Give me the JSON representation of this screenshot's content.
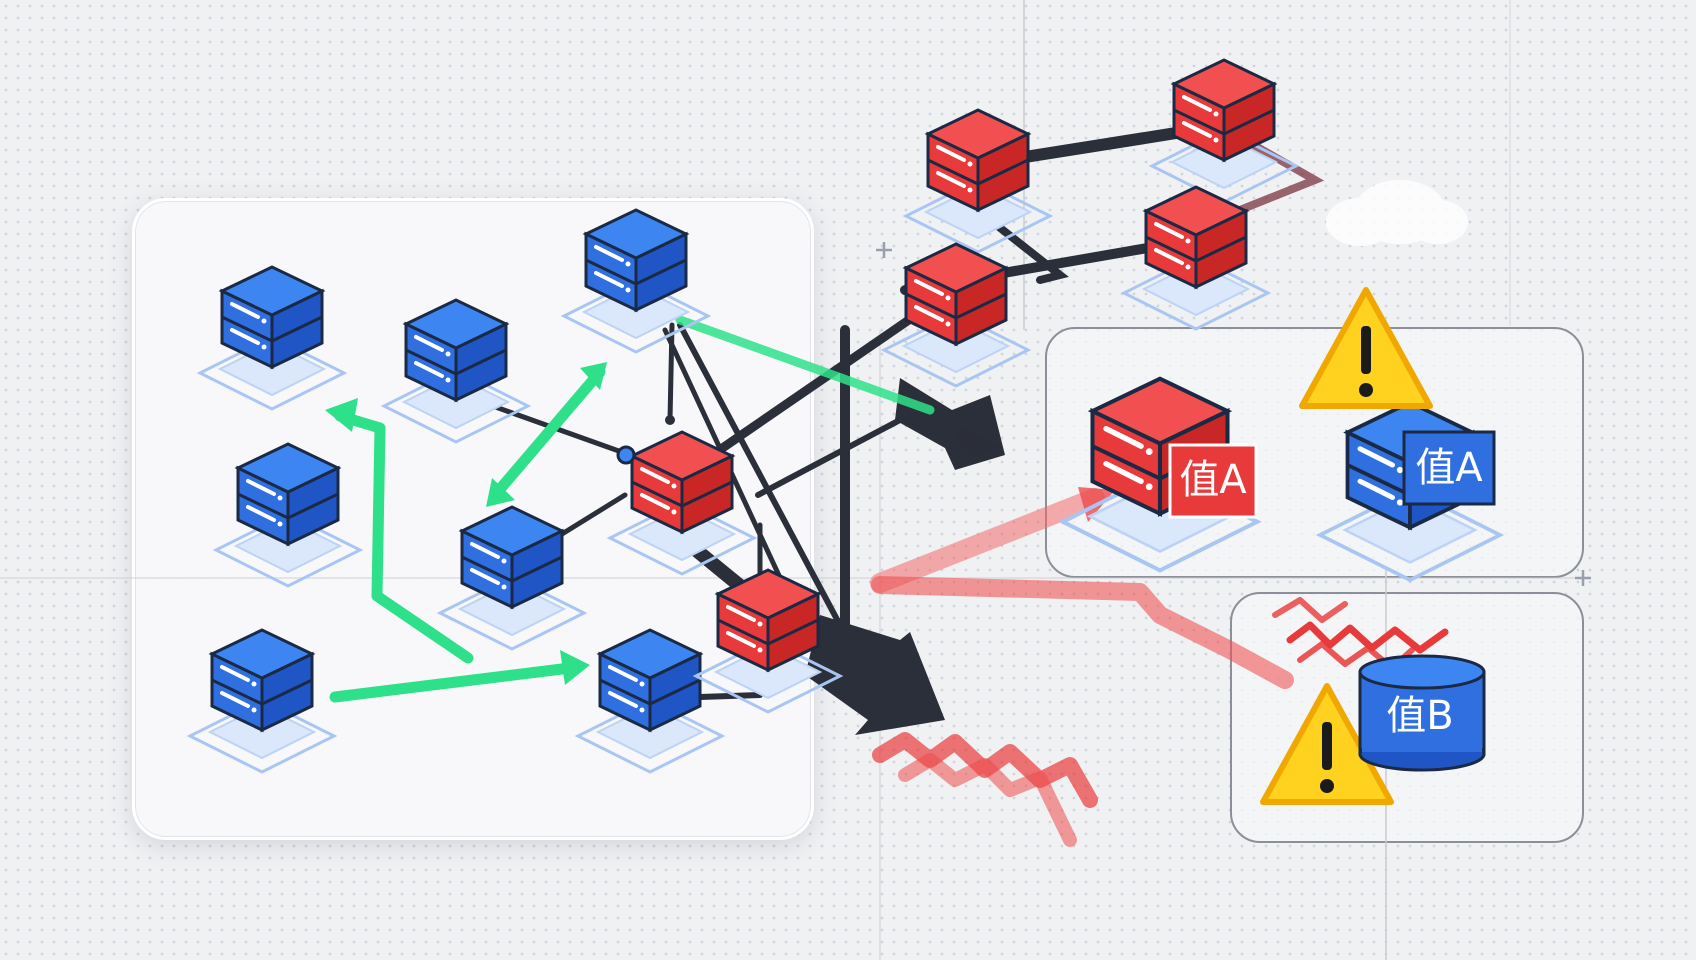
{
  "labels": {
    "value_a_red": "值A",
    "value_a_blue": "值A",
    "value_b": "值B"
  },
  "warning_glyph": "!",
  "colors": {
    "blue_node": "#2f6fe0",
    "red_node": "#e83a3a",
    "green_link": "#2fe08a",
    "dark_link": "#2b2f3a",
    "warning": "#ffd21f"
  },
  "icons": [
    "server-icon",
    "warning-icon",
    "database-icon",
    "arrow-icon",
    "broken-link-icon"
  ]
}
